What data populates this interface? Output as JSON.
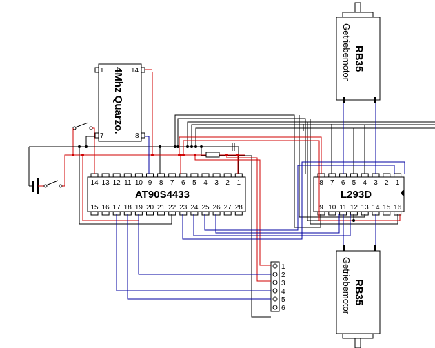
{
  "title": "AT90S4433 motor control schematic",
  "colors": {
    "wire_black": "#000000",
    "wire_red": "#d00000",
    "wire_blue": "#0000a0",
    "background": "#ffffff"
  },
  "crystal": {
    "label": "4Mhz Quarzo.",
    "pins": [
      "1",
      "14",
      "7",
      "8"
    ]
  },
  "mcu": {
    "label": "AT90S4433",
    "top_pins": [
      "14",
      "13",
      "12",
      "11",
      "10",
      "9",
      "8",
      "7",
      "6",
      "5",
      "4",
      "3",
      "2",
      "1"
    ],
    "bottom_pins": [
      "15",
      "16",
      "17",
      "18",
      "19",
      "20",
      "21",
      "22",
      "23",
      "24",
      "25",
      "26",
      "27",
      "28"
    ]
  },
  "driver": {
    "label": "L293D",
    "top_pins": [
      "8",
      "7",
      "6",
      "5",
      "4",
      "3",
      "2",
      "1"
    ],
    "bottom_pins": [
      "9",
      "10",
      "11",
      "12",
      "13",
      "14",
      "15",
      "16"
    ]
  },
  "motor_top": {
    "name": "RB35",
    "type": "Getriebemotor"
  },
  "motor_bottom": {
    "name": "RB35",
    "type": "Getriebemotor"
  },
  "connector": {
    "pins": [
      "1",
      "2",
      "3",
      "4",
      "5",
      "6"
    ]
  }
}
